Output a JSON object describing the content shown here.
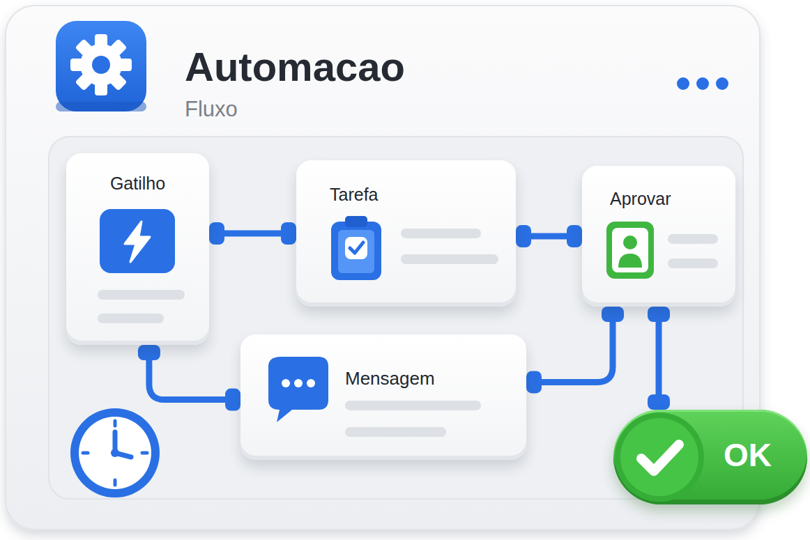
{
  "diagram": {
    "title": "Automacao",
    "nodes": [
      {
        "text": [
          "Gatilho"
        ]
      },
      {
        "text": [
          "Tarefa"
        ]
      },
      {
        "text": [
          "Aprovar"
        ]
      },
      {
        "text": [
          "Mensagem"
        ]
      },
      {
        "text": [
          "OK"
        ]
      }
    ],
    "edges": [
      {
        "from": 0,
        "to": 1,
        "arrow": "none"
      },
      {
        "from": 1,
        "to": 2,
        "arrow": "none"
      },
      {
        "from": 0,
        "to": 3,
        "arrow": "none"
      },
      {
        "from": 3,
        "to": 2,
        "arrow": "none"
      },
      {
        "from": 2,
        "to": 4,
        "arrow": "none"
      }
    ],
    "labels": [
      "Fluxo"
    ]
  }
}
